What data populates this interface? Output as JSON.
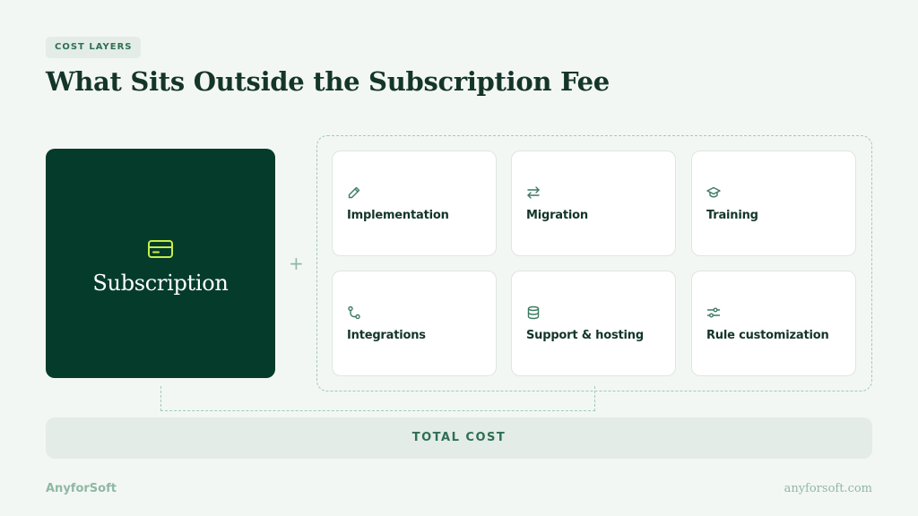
{
  "eyebrow": "COST LAYERS",
  "title": "What Sits Outside the Subscription Fee",
  "subscription": {
    "label": "Subscription",
    "icon": "credit-card-icon"
  },
  "operator": "+",
  "tiles": [
    {
      "label": "Implementation",
      "icon": "pencil-icon"
    },
    {
      "label": "Migration",
      "icon": "arrows-swap-icon"
    },
    {
      "label": "Training",
      "icon": "graduation-cap-icon"
    },
    {
      "label": "Integrations",
      "icon": "git-branch-icon"
    },
    {
      "label": "Support & hosting",
      "icon": "database-icon"
    },
    {
      "label": "Rule customization",
      "icon": "sliders-icon"
    }
  ],
  "total": {
    "label": "TOTAL COST"
  },
  "footer": {
    "brand": "AnyforSoft",
    "url": "anyforsoft.com"
  },
  "colors": {
    "background": "#f3f7f4",
    "dark_green": "#053b2b",
    "accent_lime": "#c6ee4a",
    "icon_green": "#3d7a62",
    "muted_green": "#8fb8a4",
    "badge_bg": "#e3ece6"
  }
}
